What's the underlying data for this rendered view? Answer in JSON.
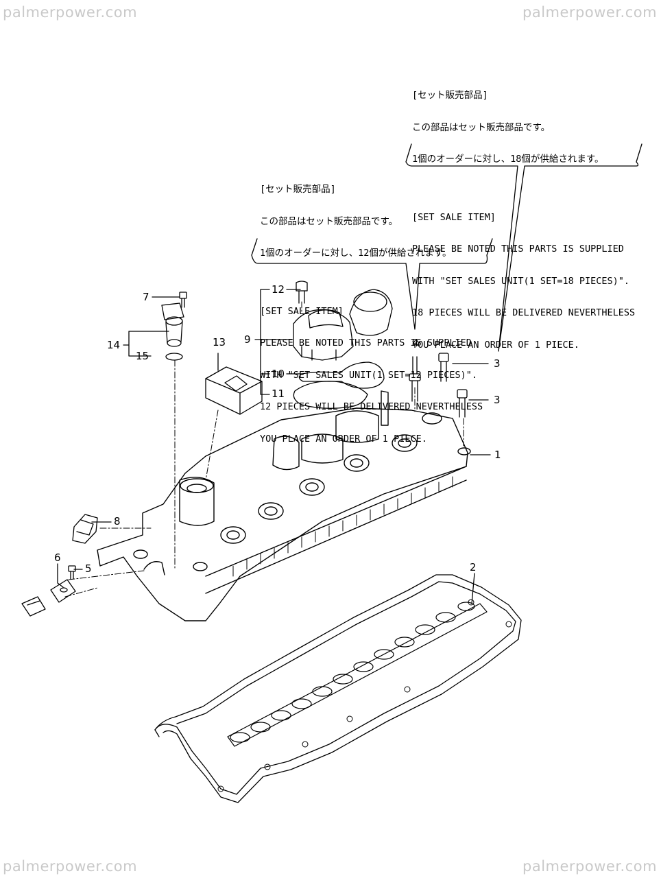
{
  "watermarks": {
    "top_left": "palmerpower.com",
    "top_right": "palmerpower.com",
    "bottom_left": "palmerpower.com",
    "bottom_right": "palmerpower.com"
  },
  "notes": {
    "set18": {
      "jp_title": "[セット販売部品]",
      "jp_line1": "この部品はセット販売部品です。",
      "jp_line2": "1個のオーダーに対し、18個が供給されます。",
      "en_title": "[SET SALE ITEM]",
      "en_line1": "PLEASE BE NOTED THIS PARTS IS SUPPLIED",
      "en_line2": "WITH \"SET SALES UNIT(1 SET=18 PIECES)\".",
      "en_line3": "18 PIECES WILL BE DELIVERED NEVERTHELESS",
      "en_line4": "YOU PLACE AN ORDER OF 1 PIECE."
    },
    "set12": {
      "jp_title": "[セット販売部品]",
      "jp_line1": "この部品はセット販売部品です。",
      "jp_line2": "1個のオーダーに対し、12個が供給されます。",
      "en_title": "[SET SALE ITEM]",
      "en_line1": "PLEASE BE NOTED THIS PARTS IS SUPPLIED",
      "en_line2": "WITH \"SET SALES UNIT(1 SET=12 PIECES)\".",
      "en_line3": "12 PIECES WILL BE DELIVERED NEVERTHELESS",
      "en_line4": "YOU PLACE AN ORDER OF 1 PIECE."
    }
  },
  "callouts": {
    "c1": "1",
    "c2": "2",
    "c3a": "3",
    "c3b": "3",
    "c4": "4",
    "c5": "5",
    "c6": "6",
    "c7": "7",
    "c8": "8",
    "c9": "9",
    "c10": "10",
    "c11": "11",
    "c12": "12",
    "c13": "13",
    "c14": "14",
    "c15": "15"
  }
}
